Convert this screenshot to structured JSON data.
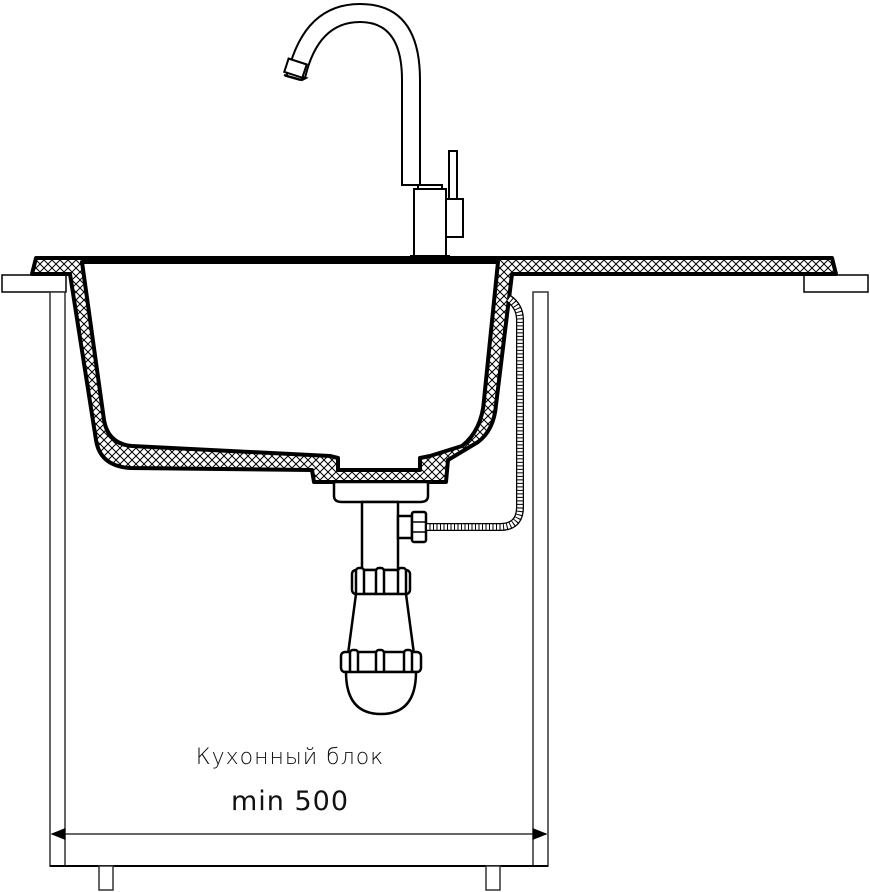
{
  "diagram": {
    "title": "Kitchen sink installation diagram",
    "labels": {
      "cabinet": "Кухонный блок",
      "min_width": "min 500"
    },
    "components": [
      "faucet",
      "countertop-left",
      "countertop-right",
      "sink-bowl",
      "drain-strainer",
      "siphon-trap",
      "overflow-hose",
      "cabinet-side-left",
      "cabinet-side-right",
      "cabinet-legs",
      "width-dimension-line"
    ],
    "colors": {
      "stroke": "#000000",
      "background": "#ffffff",
      "hatch": "#000000"
    }
  }
}
